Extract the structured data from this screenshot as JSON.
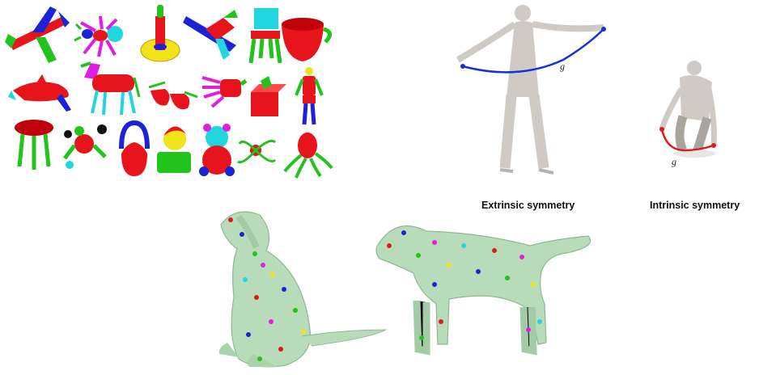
{
  "figure": {
    "segmentation_gallery": {
      "items": [
        "airplane",
        "ant",
        "lamp",
        "bird",
        "chair",
        "cup",
        "dolphin",
        "horse",
        "glasses",
        "hand",
        "box",
        "human",
        "table",
        "teddy",
        "vase",
        "bust",
        "bear",
        "octopus-small",
        "octopus"
      ]
    },
    "symmetry": {
      "extrinsic_label": "Extrinsic symmetry",
      "intrinsic_label": "Intrinsic symmetry",
      "geodesic_symbol": "g"
    },
    "correspondence": {
      "shapes": [
        "sitting-dog",
        "standing-wolf"
      ]
    },
    "colors": {
      "segment_red": "#e8141c",
      "segment_green": "#22c31c",
      "segment_blue": "#1a23d6",
      "segment_cyan": "#22d6e0",
      "segment_yellow": "#f2e21a",
      "segment_magenta": "#e01ee0",
      "mesh_gray": "#cfcac4",
      "mesh_green": "#b8dcb9",
      "curve_blue": "#1632d6",
      "curve_red": "#e01a1a"
    }
  }
}
